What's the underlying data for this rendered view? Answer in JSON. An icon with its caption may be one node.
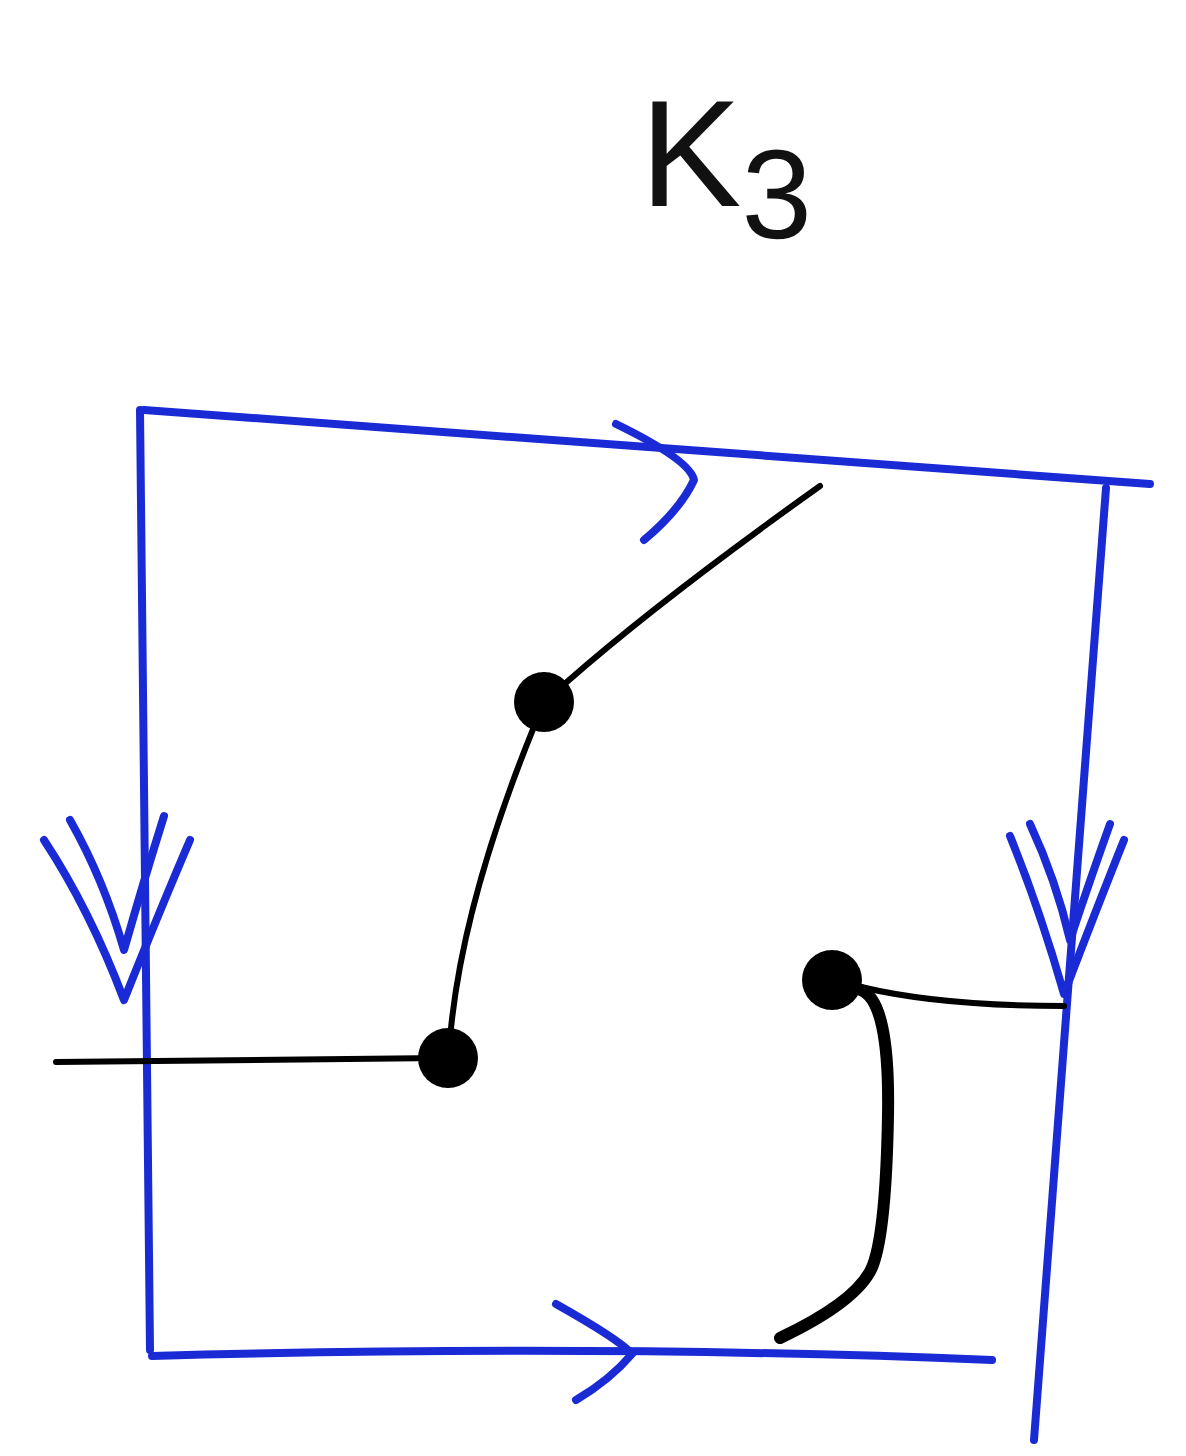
{
  "diagram": {
    "title": "K$_{3}$",
    "nodes": [
      {
        "text": [],
        "shape": "circle"
      },
      {
        "text": [],
        "shape": "circle"
      },
      {
        "text": [],
        "shape": "circle"
      }
    ],
    "edges": [
      {
        "from": 0,
        "to": 1,
        "arrow": "none"
      },
      {
        "from": 0,
        "to": null,
        "arrow": "none"
      },
      {
        "from": 1,
        "to": null,
        "arrow": "none"
      },
      {
        "from": 2,
        "to": null,
        "arrow": "none"
      },
      {
        "from": 2,
        "to": null,
        "arrow": "none",
        "style": "thick"
      }
    ]
  }
}
